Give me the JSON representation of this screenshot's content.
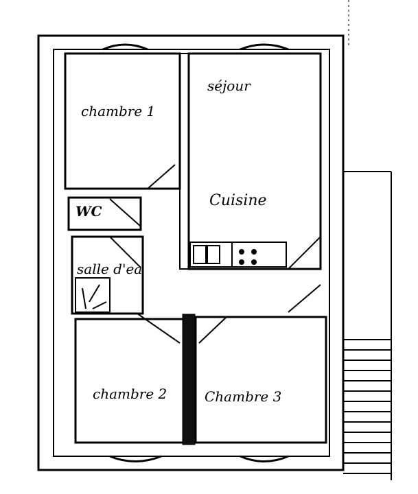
{
  "plan": {
    "rooms": {
      "chambre1": "chambre 1",
      "sejour": "séjour",
      "cuisine": "Cuisine",
      "wc": "WC",
      "salle_eau": "salle d'ea",
      "chambre2": "chambre 2",
      "chambre3": "Chambre 3"
    }
  }
}
